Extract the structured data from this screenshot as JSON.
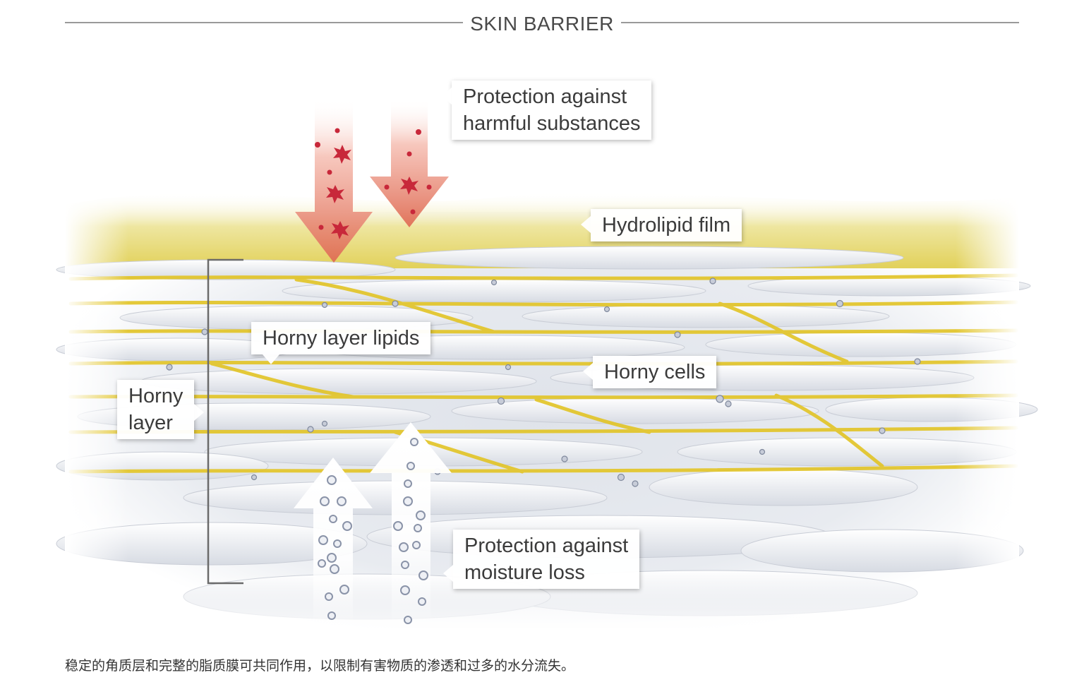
{
  "title": "SKIN BARRIER",
  "labels": {
    "protection_harmful_line1": "Protection against",
    "protection_harmful_line2": "harmful substances",
    "hydrolipid_film": "Hydrolipid film",
    "horny_layer_lipids": "Horny layer lipids",
    "horny_cells": "Horny cells",
    "horny_layer_line1": "Horny",
    "horny_layer_line2": "layer",
    "protection_moisture_line1": "Protection against",
    "protection_moisture_line2": "moisture loss"
  },
  "caption": "稳定的角质层和完整的脂质膜可共同作用，以限制有害物质的渗透和过多的水分流失。",
  "colors": {
    "harmful_arrow": "#e36a5a",
    "harmful_particle": "#c8283a",
    "hydrolipid": "#e6d460",
    "lipid_line": "#e2c425",
    "cell_fill": "#eef0f4",
    "moisture_bubble": "#8a93a8"
  }
}
